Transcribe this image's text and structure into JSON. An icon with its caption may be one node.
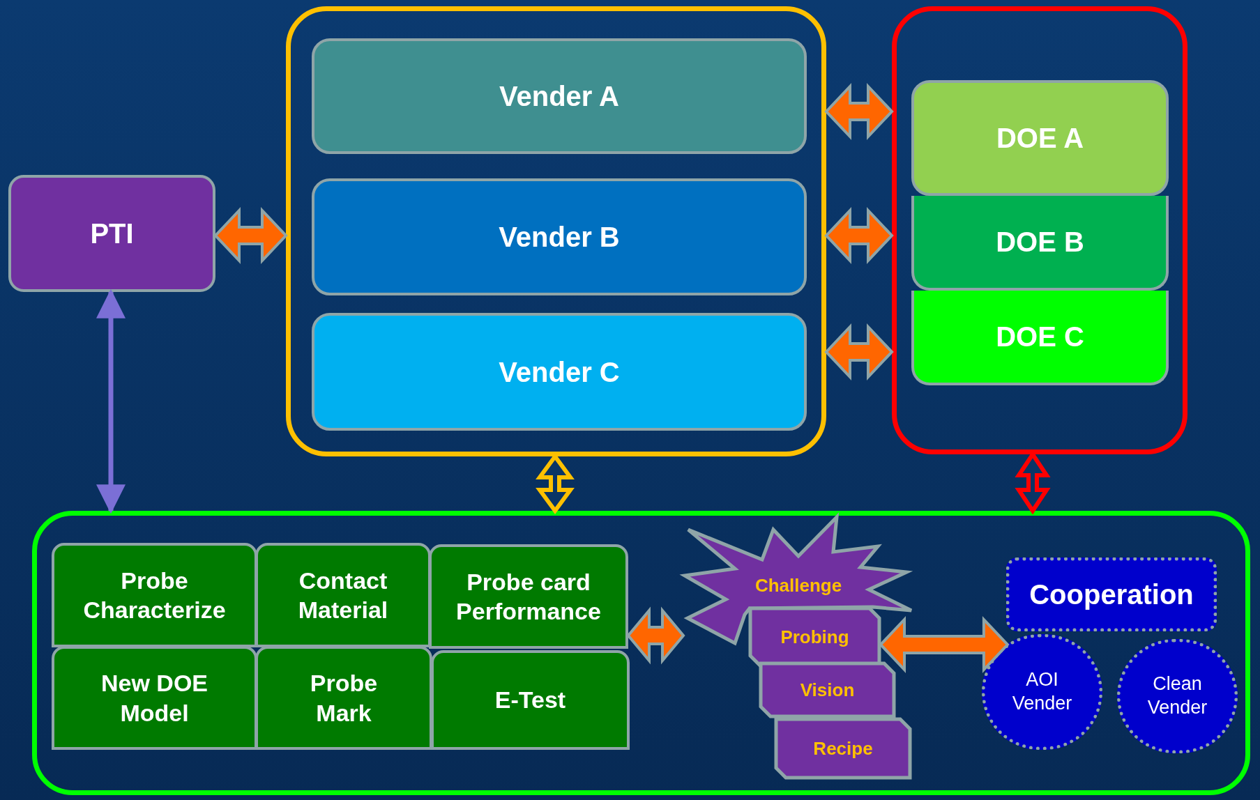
{
  "diagram": {
    "nodes": [
      {
        "text": [
          "PTI"
        ]
      },
      {
        "text": [],
        "shape": "box"
      },
      {
        "text": [
          "Vender A"
        ],
        "in": 1
      },
      {
        "text": [
          "Vender B"
        ],
        "in": 1
      },
      {
        "text": [
          "Vender C"
        ],
        "in": 1
      },
      {
        "text": [],
        "shape": "box"
      },
      {
        "text": [
          "DOE A"
        ],
        "in": 5
      },
      {
        "text": [
          "DOE B"
        ],
        "in": 5
      },
      {
        "text": [
          "DOE C"
        ],
        "in": 5
      },
      {
        "text": [],
        "shape": "box"
      },
      {
        "text": [
          "Probe Characterize"
        ],
        "in": 9
      },
      {
        "text": [
          "Contact Material"
        ],
        "in": 9
      },
      {
        "text": [
          "Probe card Performance"
        ],
        "in": 9
      },
      {
        "text": [
          "New DOE Model"
        ],
        "in": 9
      },
      {
        "text": [
          "Probe Mark"
        ],
        "in": 9
      },
      {
        "text": [
          "E-Test"
        ],
        "in": 9
      },
      {
        "text": [
          "Challenge"
        ],
        "in": 9
      },
      {
        "text": [
          "Probing"
        ],
        "in": 9
      },
      {
        "text": [
          "Vision"
        ],
        "in": 9
      },
      {
        "text": [
          "Recipe"
        ],
        "in": 9
      },
      {
        "text": [
          "Cooperation"
        ],
        "in": 9
      },
      {
        "text": [
          "AOI Vender"
        ],
        "in": 9
      },
      {
        "text": [
          "Clean Vender"
        ],
        "in": 9
      }
    ],
    "edges": [
      {
        "from": 0,
        "to": 1,
        "arrow": "both",
        "style": "thick"
      },
      {
        "from": 1,
        "to": 5,
        "arrow": "both",
        "style": "thick"
      },
      {
        "from": 1,
        "to": 5,
        "arrow": "both",
        "style": "thick"
      },
      {
        "from": 1,
        "to": 5,
        "arrow": "both",
        "style": "thick"
      },
      {
        "from": 0,
        "to": 9,
        "arrow": "both",
        "color": "#7b6fd6"
      },
      {
        "from": 1,
        "to": 9,
        "arrow": "both",
        "style": "thick",
        "color": "#ffc000"
      },
      {
        "from": 5,
        "to": 9,
        "arrow": "both",
        "style": "thick",
        "color": "#ff0000"
      },
      {
        "from": 12,
        "to": 16,
        "arrow": "both",
        "style": "thick"
      },
      {
        "from": 17,
        "to": 21,
        "arrow": "both",
        "style": "thick"
      }
    ]
  }
}
